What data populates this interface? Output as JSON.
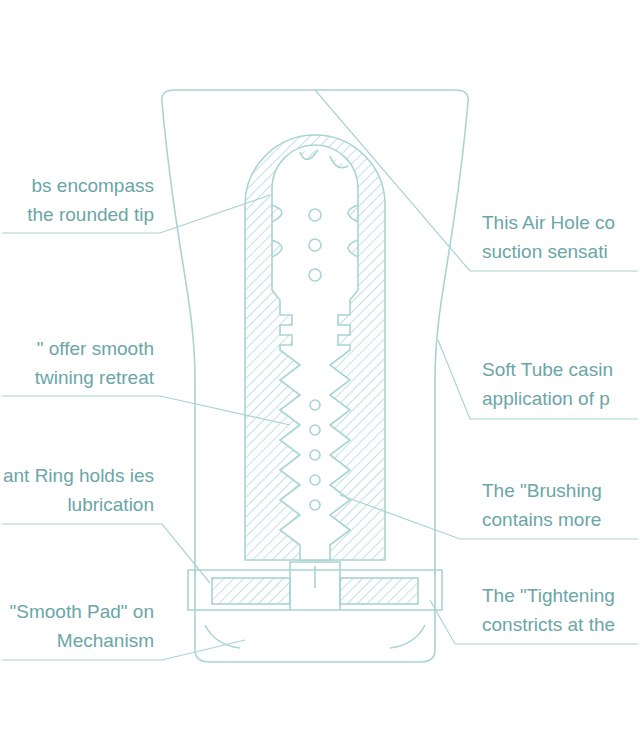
{
  "diagram": {
    "labels": [
      "bs encompass the rounded tip",
      "\" offer smooth twining retreat",
      "ant Ring holds ies lubrication",
      "\"Smooth Pad\" on Mechanism",
      "This Air Hole co suction sensati",
      "Soft Tube casin application of p",
      "The \"Brushing contains more",
      "The \"Tightening constricts at the"
    ]
  }
}
